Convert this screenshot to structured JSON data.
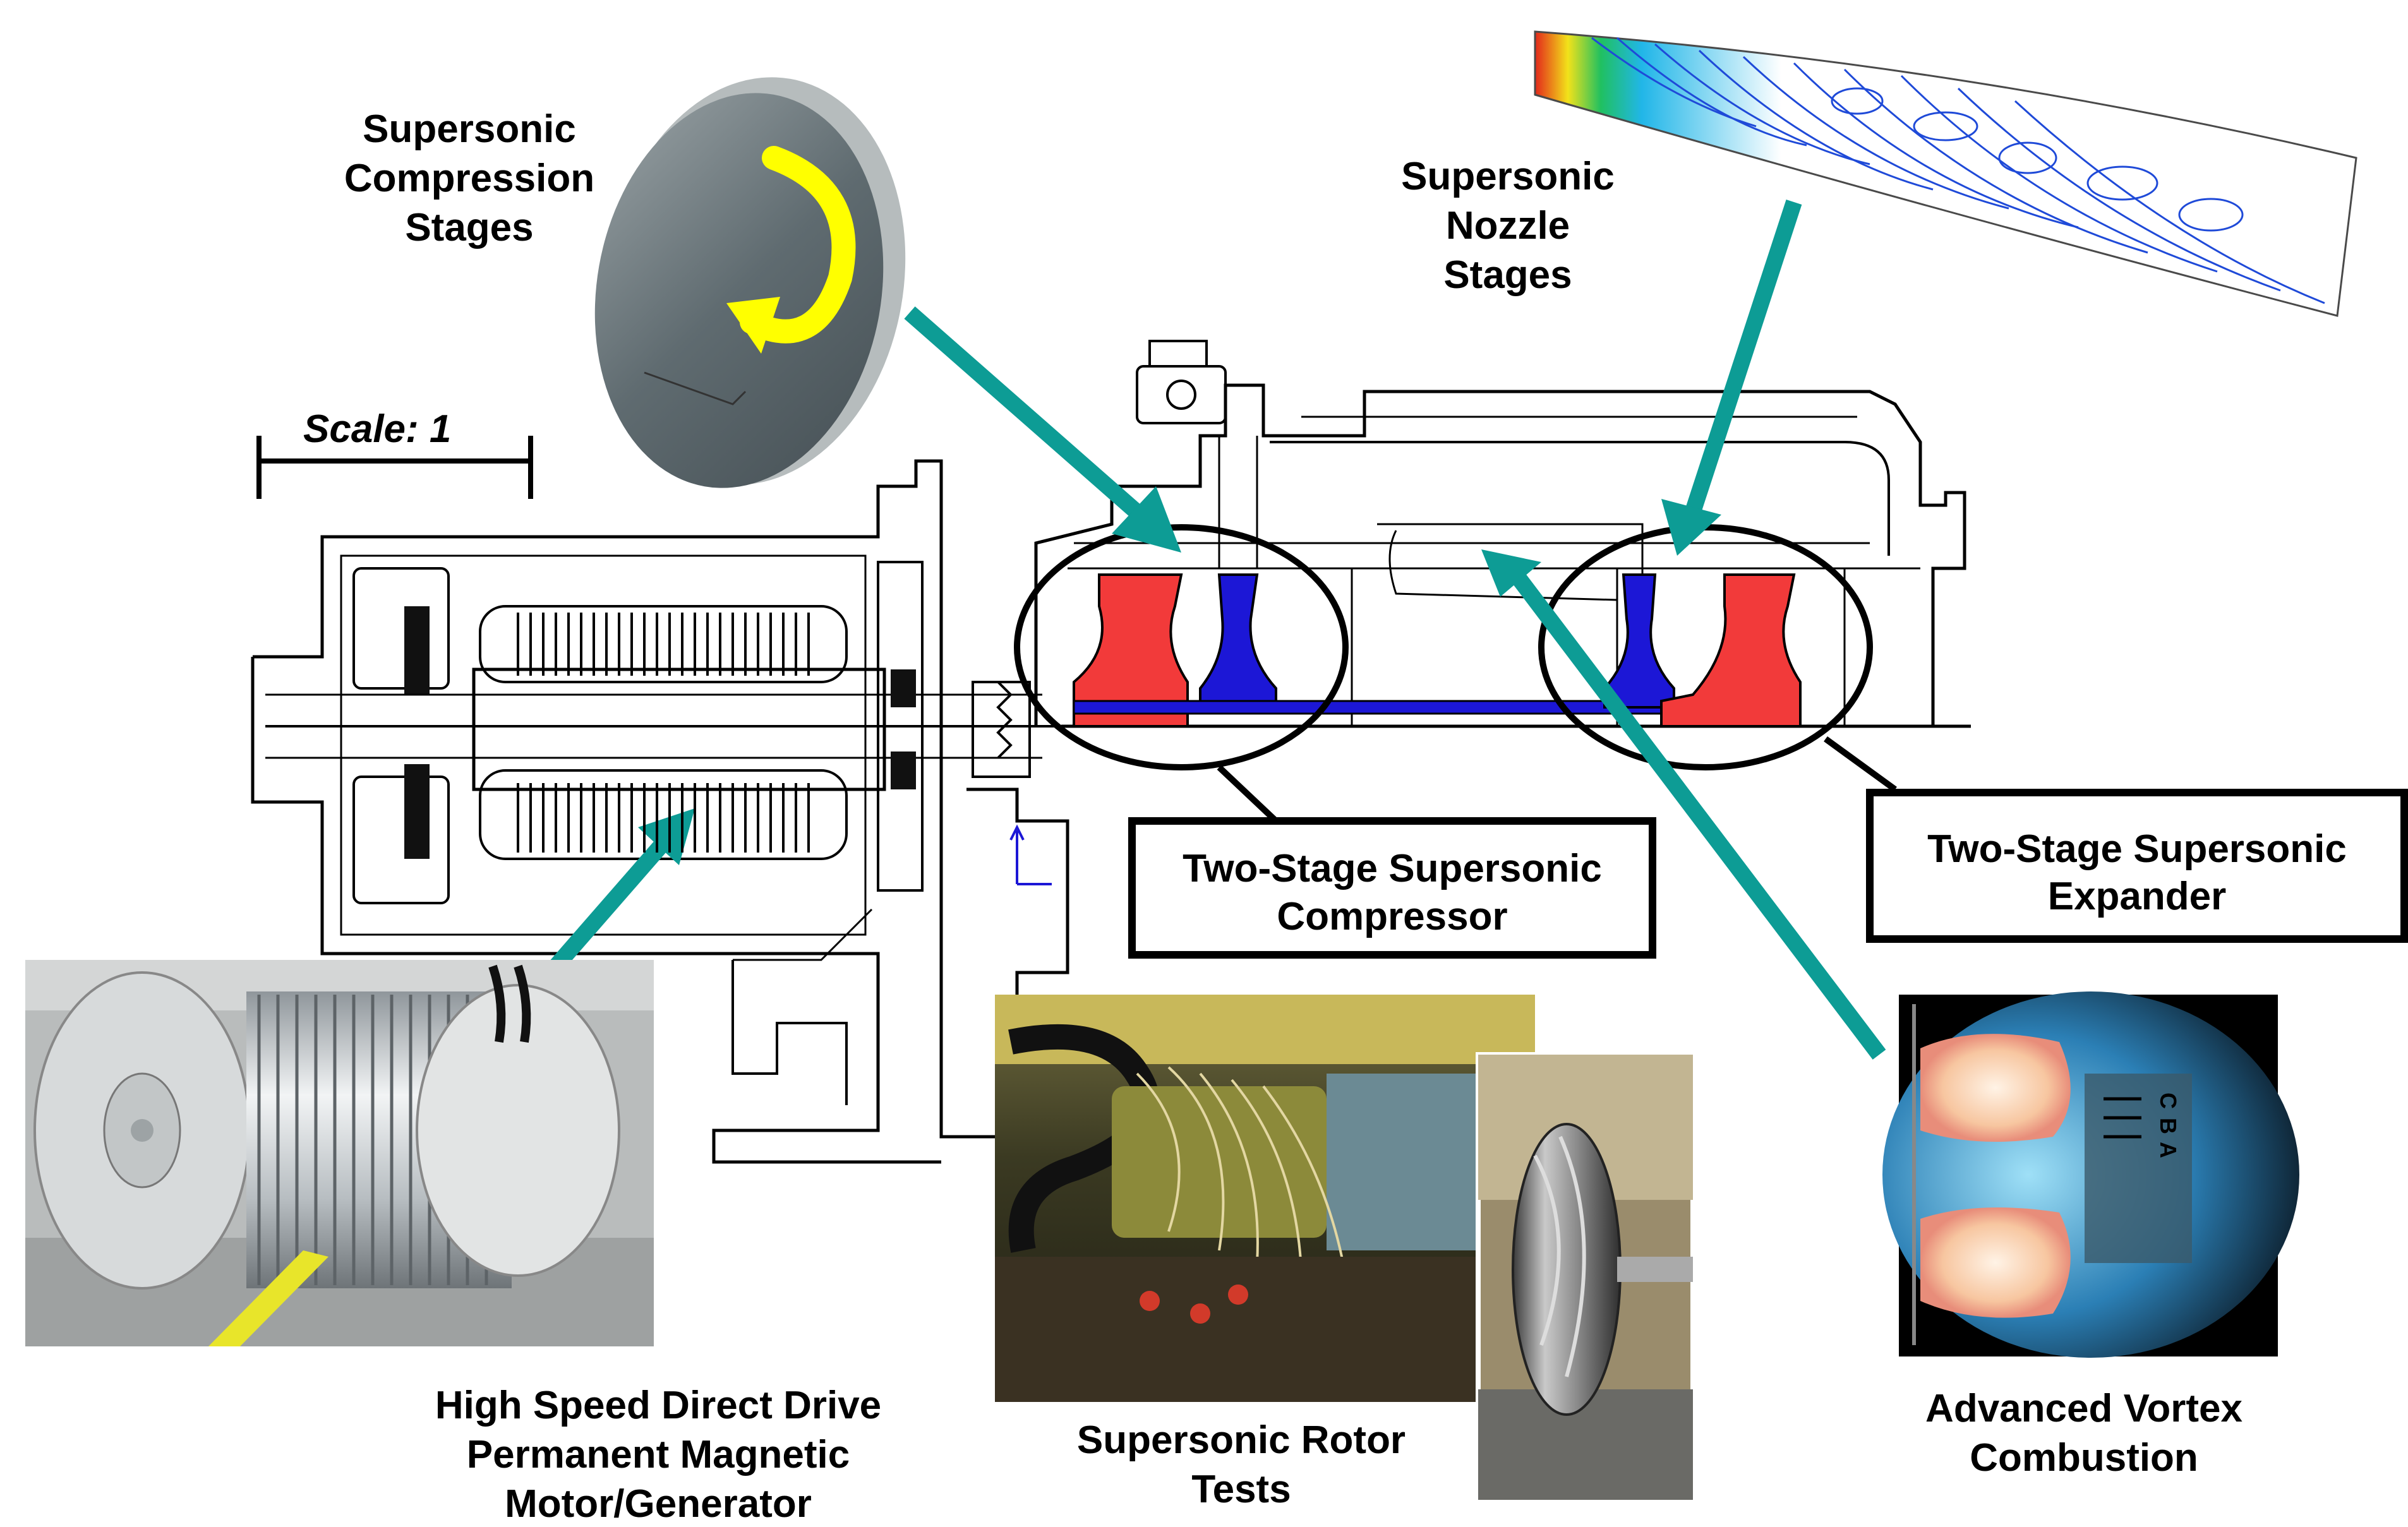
{
  "labels": {
    "compression_stages": [
      "Supersonic",
      "Compression",
      "Stages"
    ],
    "nozzle_stages": [
      "Supersonic",
      "Nozzle",
      "Stages"
    ],
    "scale": "Scale:  1",
    "compressor_box": [
      "Two-Stage Supersonic",
      "Compressor"
    ],
    "expander_box": [
      "Two-Stage Supersonic",
      "Expander"
    ],
    "motor": [
      "High Speed Direct Drive",
      "Permanent Magnetic",
      "Motor/Generator"
    ],
    "rotor_tests": [
      "Supersonic Rotor",
      "Tests"
    ],
    "vortex": [
      "Advanced Vortex",
      "Combustion"
    ],
    "combustor_marks": [
      "C",
      "B",
      "A"
    ]
  },
  "colors": {
    "arrow": "#0d9c95",
    "stage_red": "#f23a3a",
    "stage_blue": "#1c17d6",
    "curl_arrow": "#ffff00",
    "contour": "#1f4ad8",
    "flame": "#f7c6a0",
    "flame_glow": "#3aa6d6"
  }
}
